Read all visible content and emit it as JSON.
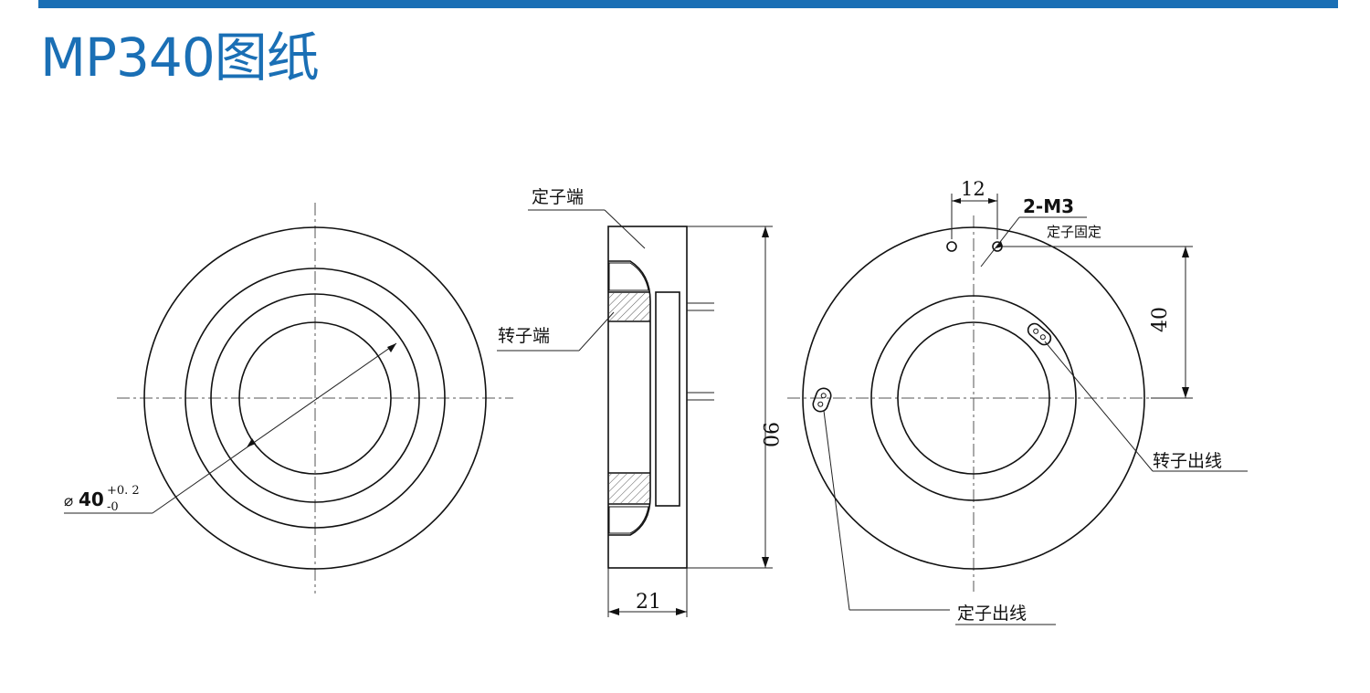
{
  "header": {
    "title": "MP340图纸",
    "accent_color": "#1a6fb5"
  },
  "front_view": {
    "diameter_symbol": "⌀",
    "diameter_value": "40",
    "tolerance_upper": "+0. 2",
    "tolerance_lower": "-0"
  },
  "side_view": {
    "stator_end_label": "定子端",
    "rotor_end_label": "转子端",
    "height_dim": "90",
    "width_dim": "21"
  },
  "rear_view": {
    "spacing_dim": "12",
    "screw_label": "2-M3",
    "screw_note": "定子固定",
    "offset_dim": "40",
    "rotor_outlet_label": "转子出线",
    "stator_outlet_label": "定子出线"
  }
}
